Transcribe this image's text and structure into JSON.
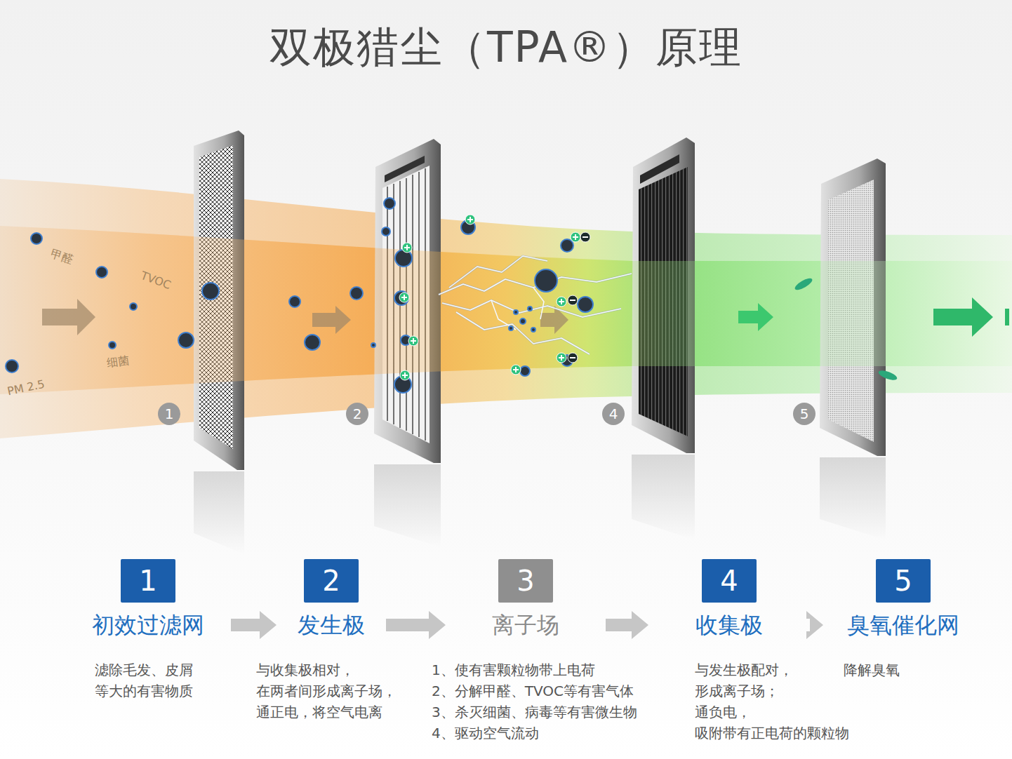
{
  "diagram": {
    "title": "双极猎尘（TPA®）原理",
    "nodes": [
      {
        "text": [
          "1",
          "初效过滤网"
        ]
      },
      {
        "text": [
          "2",
          "发生极"
        ]
      },
      {
        "text": [
          "3",
          "离子场"
        ]
      },
      {
        "text": [
          "4",
          "收集极"
        ]
      },
      {
        "text": [
          "5",
          "臭氧催化网"
        ]
      }
    ],
    "edges": [
      {
        "from": 0,
        "to": 1,
        "arrow": "to"
      },
      {
        "from": 1,
        "to": 2,
        "arrow": "to"
      },
      {
        "from": 2,
        "to": 3,
        "arrow": "to"
      },
      {
        "from": 3,
        "to": 4,
        "arrow": "to"
      }
    ],
    "labels": [
      "甲醛",
      "TVOC",
      "细菌",
      "PM 2.5",
      "1",
      "2",
      "4",
      "5",
      "滤除毛发、皮屑 等大的有害物质",
      "与收集极相对， 在两者间形成离子场， 通正电，将空气电离",
      "1、使有害颗粒物带上电荷 2、分解甲醛、TVOC等有害气体 3、杀灭细菌、病毒等有害微生物 4、驱动空气流动",
      "与发生极配对， 形成离子场； 通负电， 吸附带有正电荷的颗粒物",
      "降解臭氧"
    ]
  }
}
